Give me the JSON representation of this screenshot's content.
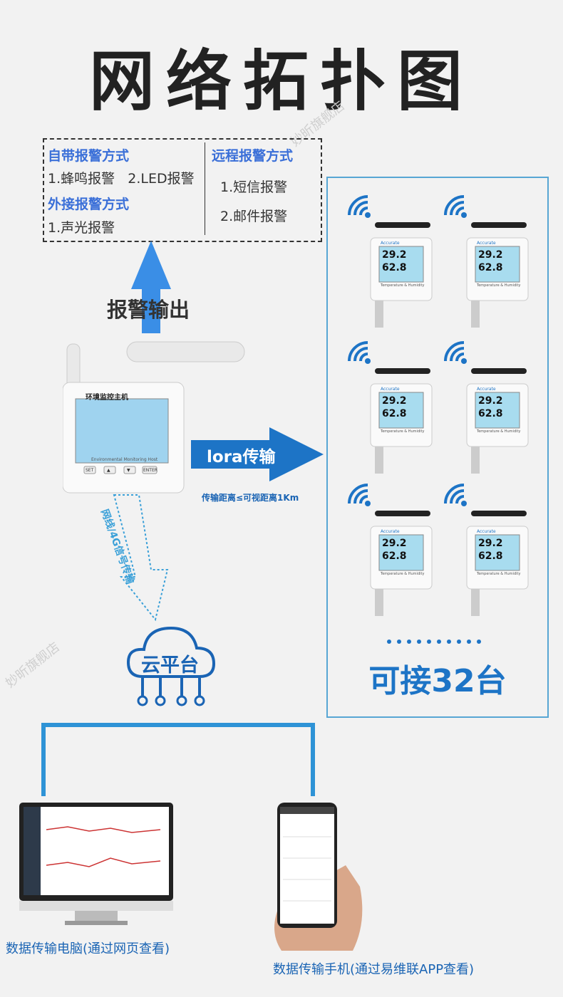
{
  "page": {
    "title": "网络拓扑图",
    "watermark": "妙昕旗舰店"
  },
  "alarm": {
    "builtin_heading": "自带报警方式",
    "builtin_items": "1.蜂鸣报警   2.LED报警",
    "external_heading": "外接报警方式",
    "external_items": "1.声光报警",
    "remote_heading": "远程报警方式",
    "remote_item_1": "1.短信报警",
    "remote_item_2": "2.邮件报警",
    "output_label": "报警输出"
  },
  "host": {
    "screen_title": "环境监控主机",
    "caption": "Environmental Monitoring Host",
    "buttons": [
      "SET",
      "▲",
      "▼",
      "ENTER"
    ]
  },
  "lora": {
    "label": "lora传输",
    "sub": "传输距离≤可视距离1Km"
  },
  "network": {
    "label": "网线/4G信号传输"
  },
  "cloud": {
    "label": "云平台"
  },
  "sensors": {
    "count_label": "可接32台",
    "reading_temp": "29.2",
    "reading_hum": "62.8",
    "brand": "Accurate",
    "caption": "Temperature & Humidity",
    "count": 6
  },
  "clients": {
    "pc_label": "数据传输电脑(通过网页查看)",
    "phone_label": "数据传输手机(通过易维联APP查看)"
  },
  "colors": {
    "accent_blue": "#1a64b4",
    "light_blue": "#3a8ee6",
    "panel_border": "#57a6d4"
  }
}
